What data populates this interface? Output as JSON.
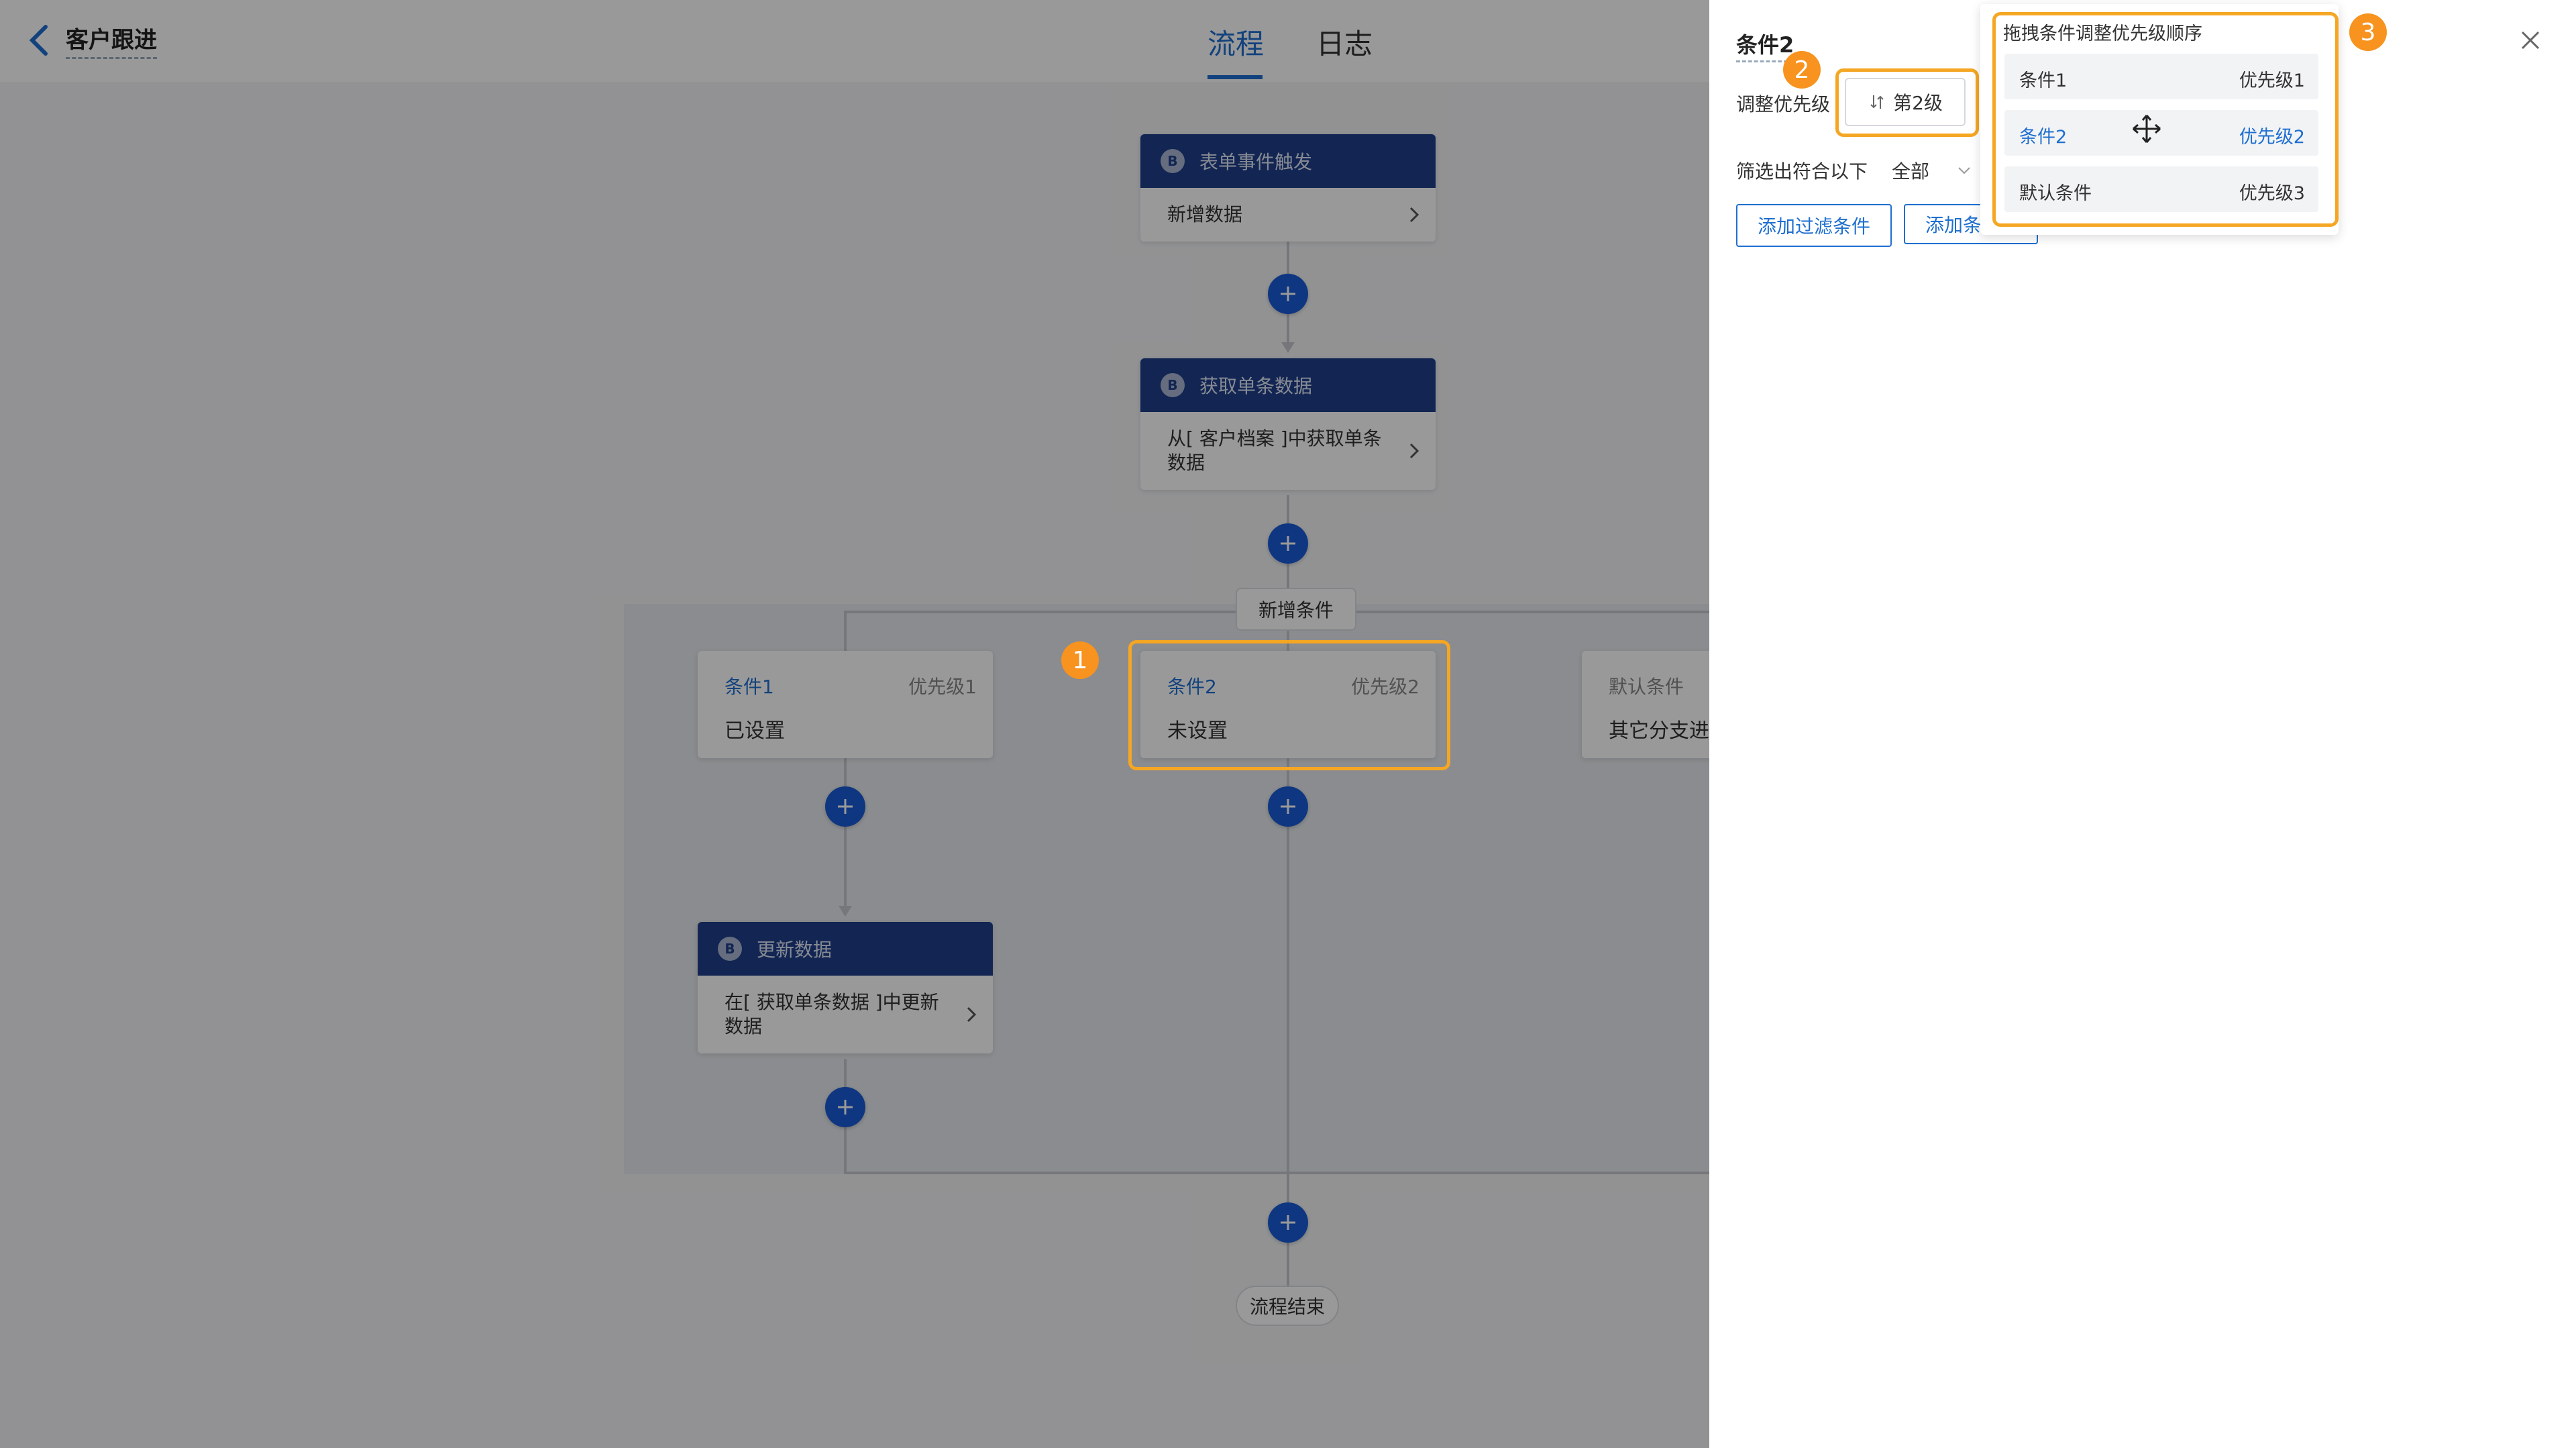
{
  "header": {
    "back_title": "客户跟进",
    "tabs": [
      {
        "label": "流程",
        "active": true
      },
      {
        "label": "日志",
        "active": false
      }
    ]
  },
  "flow": {
    "trigger_node": {
      "header": "表单事件触发",
      "body": "新增数据"
    },
    "fetch_node": {
      "header": "获取单条数据",
      "body": "从[ 客户档案 ]中获取单条数据"
    },
    "add_condition_label": "新增条件",
    "conditions": [
      {
        "name": "条件1",
        "priority": "优先级1",
        "state": "已设置"
      },
      {
        "name": "条件2",
        "priority": "优先级2",
        "state": "未设置"
      },
      {
        "name": "默认条件",
        "state": "其它分支进入"
      }
    ],
    "update_node": {
      "header": "更新数据",
      "body": "在[ 获取单条数据 ]中更新数据"
    },
    "end_label": "流程结束",
    "node_icon_letter": "B"
  },
  "panel": {
    "title": "条件2",
    "priority_label": "调整优先级",
    "priority_button": "第2级",
    "filter_label": "筛选出符合以下",
    "filter_mode": "全部",
    "add_filter_button": "添加过滤条件",
    "add_group_button": "添加条"
  },
  "priority_dropdown": {
    "title": "拖拽条件调整优先级顺序",
    "items": [
      {
        "name": "条件1",
        "priority": "优先级1",
        "selected": false
      },
      {
        "name": "条件2",
        "priority": "优先级2",
        "selected": true
      },
      {
        "name": "默认条件",
        "priority": "优先级3",
        "selected": false
      }
    ]
  },
  "annotations": {
    "badge1": "1",
    "badge2": "2",
    "badge3": "3"
  },
  "colors": {
    "accent": "#1e6fd0",
    "node_header": "#1e3f8a",
    "highlight": "#f5a623",
    "badge": "#f7931e"
  }
}
